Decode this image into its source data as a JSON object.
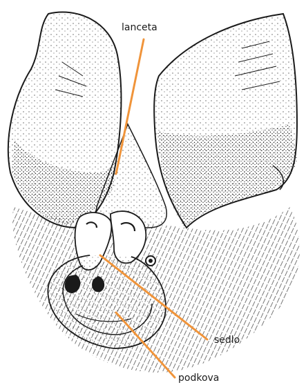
{
  "figure": {
    "subject": "bat-face-illustration",
    "leader_color": "#f0943a",
    "ink_color": "#1a1a1a"
  },
  "labels": {
    "lanceta": "lanceta",
    "sedlo": "sedlo",
    "podkova": "podkova"
  }
}
